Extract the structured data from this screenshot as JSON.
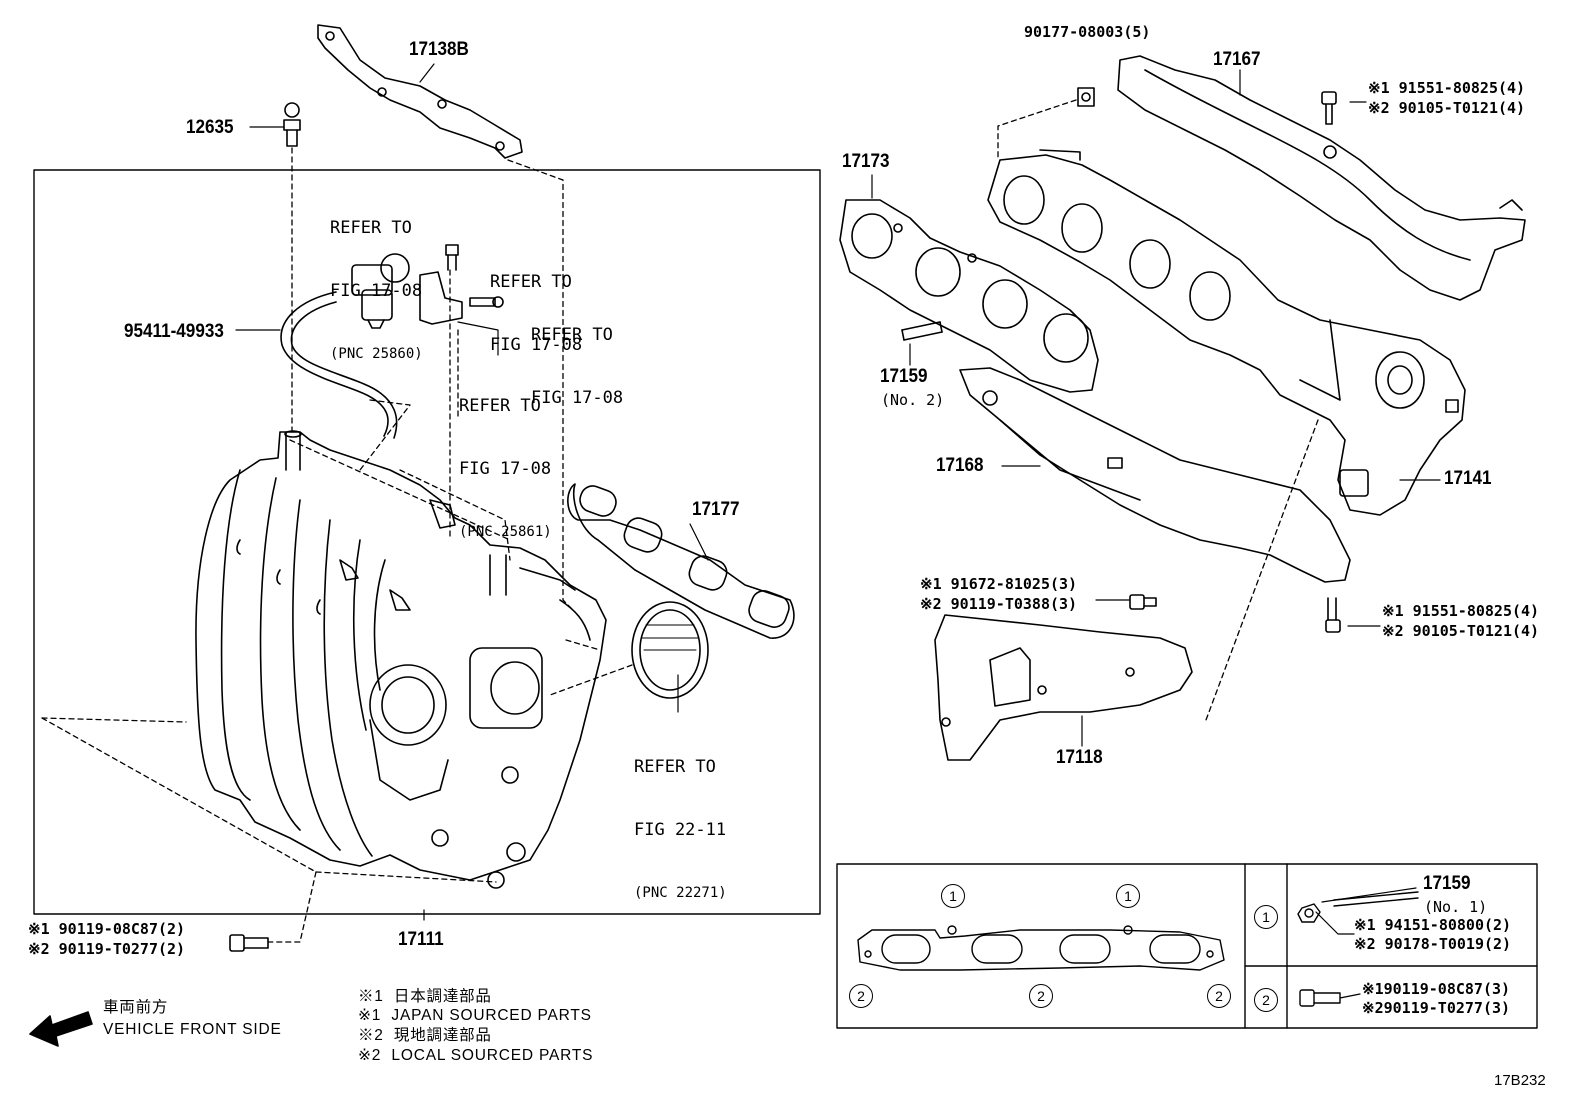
{
  "parts": {
    "p17138B": "17138B",
    "p12635": "12635",
    "p95411": "95411-49933",
    "p17177": "17177",
    "p17111": "17111",
    "p90177": "90177-08003(5)",
    "p17167": "17167",
    "p17167_bolt_1": "※1 91551-80825(4)",
    "p17167_bolt_2": "※2 90105-T0121(4)",
    "p17173": "17173",
    "p17159_no2": "17159",
    "p17159_no2_sub": "(No. 2)",
    "p17168": "17168",
    "p17141": "17141",
    "p17118_bolt_1": "※1 91672-81025(3)",
    "p17118_bolt_2": "※2 90119-T0388(3)",
    "p17141_bolt_1": "※1 91551-80825(4)",
    "p17141_bolt_2": "※2 90105-T0121(4)",
    "p17118": "17118",
    "p17111_bolt_1": "※1 90119-08C87(2)",
    "p17111_bolt_2": "※2 90119-T0277(2)"
  },
  "refs": {
    "ref1_line1": "REFER TO",
    "ref1_line2": "FIG 17-08",
    "ref1_pnc": "(PNC 25860)",
    "ref2_line1": "REFER TO",
    "ref2_line2": "FIG 17-08",
    "ref3_line1": "REFER TO",
    "ref3_line2": "FIG 17-08",
    "ref4_line1": "REFER TO",
    "ref4_line2": "FIG 17-08",
    "ref4_pnc": "(PNC 25861)",
    "ref5_line1": "REFER TO",
    "ref5_line2": "FIG 22-11",
    "ref5_pnc": "(PNC 22271)"
  },
  "detail_table": {
    "circle_1": "1",
    "circle_2": "2",
    "row1_part": "17159",
    "row1_sub": "(No. 1)",
    "row1_bolt_1": "※1 94151-80800(2)",
    "row1_bolt_2": "※2 90178-T0019(2)",
    "row2_bolt_1": "※190119-08C87(3)",
    "row2_bolt_2": "※290119-T0277(3)"
  },
  "legend": {
    "front_jp": "車両前方",
    "front_en": "VEHICLE FRONT SIDE",
    "note1_jp": "※1  日本調達部品",
    "note1_en": "※1  JAPAN SOURCED PARTS",
    "note2_jp": "※2  現地調達部品",
    "note2_en": "※2  LOCAL SOURCED PARTS"
  },
  "figure_id": "17B232"
}
